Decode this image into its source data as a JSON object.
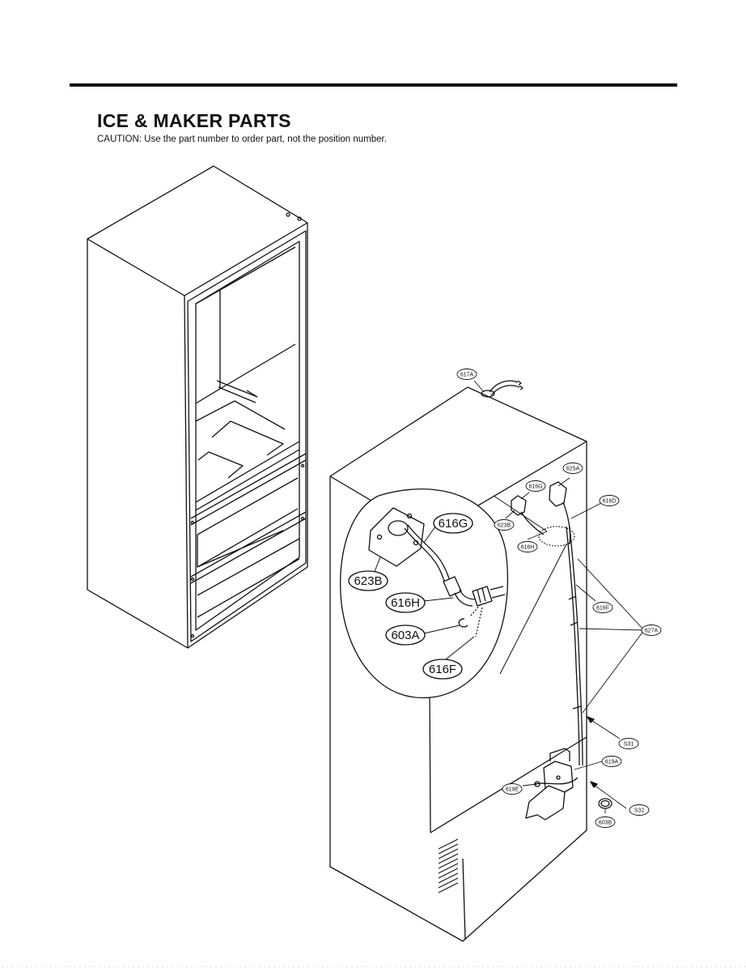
{
  "header": {
    "title": "ICE & MAKER PARTS",
    "caution": "CAUTION: Use the part number to order part, not the position number."
  },
  "callouts_detail": {
    "616G": "616G",
    "623B": "623B",
    "616H": "616H",
    "603A": "603A",
    "616F": "616F"
  },
  "callouts_small": {
    "617A": "617A",
    "625A": "625A",
    "616G": "616G",
    "616D": "616D",
    "623B": "623B",
    "616H": "616H",
    "616F": "616F",
    "627A": "627A",
    "S31": "S31",
    "619A": "619A",
    "619E": "619E",
    "S32": "S32",
    "603B": "603B"
  }
}
